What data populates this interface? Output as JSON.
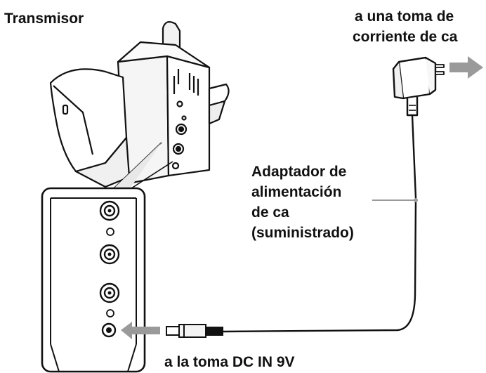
{
  "labels": {
    "transmitter": "Transmisor",
    "outlet_line1": "a una toma de",
    "outlet_line2": "corriente de ca",
    "adapter_line1": "Adaptador de",
    "adapter_line2": "alimentación",
    "adapter_line3": "de ca",
    "adapter_line4": "(suministrado)",
    "dc_in_jack": "a la toma DC IN 9V"
  },
  "icons": {
    "transmitter": "transmitter-device-icon",
    "adapter": "ac-adapter-plug-icon",
    "dc_plug": "dc-plug-icon",
    "arrow_to_outlet": "arrow-right-icon",
    "arrow_to_jack": "arrow-left-icon"
  },
  "colors": {
    "line": "#111111",
    "arrow": "#9a9a9a",
    "shade": "#e6e6e6"
  }
}
